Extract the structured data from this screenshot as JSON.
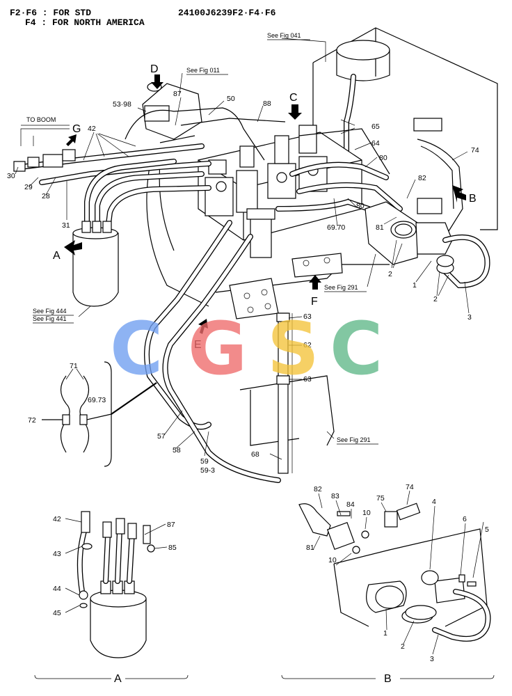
{
  "header": {
    "note_line1": "F2·F6 : FOR  STD",
    "note_line2": "F4 : FOR  NORTH  AMERICA",
    "drawing_number": "24100J6239F2·F4·F6"
  },
  "view_markers": {
    "A": "A",
    "B": "B",
    "C": "C",
    "D": "D",
    "E": "E",
    "F": "F",
    "G": "G"
  },
  "refs": {
    "fig041": "See Fig 041",
    "fig011": "See Fig 011",
    "fig444": "See Fig 444",
    "fig441": "See Fig 441",
    "fig291_a": "See Fig 291",
    "fig291_b": "See Fig 291"
  },
  "to_boom": "TO BOOM",
  "callouts": {
    "c53_98": "53·98",
    "c87": "87",
    "c50": "50",
    "c88": "88",
    "c42": "42",
    "c65": "65",
    "c64": "64",
    "c74": "74",
    "c80a": "80",
    "c80b": "80",
    "c82": "82",
    "c81": "81",
    "c69_70": "69.70",
    "c2a": "2",
    "c1": "1",
    "c2b": "2",
    "c3": "3",
    "c30": "30",
    "c29": "29",
    "c28": "28",
    "c31": "31",
    "c63a": "63",
    "c62": "62",
    "c63b": "63",
    "c71": "71",
    "c69_73": "69.73",
    "c72": "72",
    "c57": "57",
    "c58": "58",
    "c59": "59",
    "c59_3": "59-3",
    "c68": "68"
  },
  "detail_a": {
    "caption": "A",
    "callouts": {
      "c42": "42",
      "c87": "87",
      "c85": "85",
      "c43": "43",
      "c44": "44",
      "c45": "45"
    }
  },
  "detail_b": {
    "caption": "B",
    "callouts": {
      "c82": "82",
      "c83": "83",
      "c84": "84",
      "c75": "75",
      "c74": "74",
      "c10a": "10",
      "c10b": "10",
      "c81": "81",
      "c4": "4",
      "c6": "6",
      "c5": "5",
      "c1": "1",
      "c2": "2",
      "c3": "3"
    }
  },
  "watermark": {
    "letters": [
      "C",
      "G",
      "S",
      "C"
    ],
    "colors": [
      "#6f9ef0",
      "#ef6b6b",
      "#f4c43a",
      "#5fb889"
    ]
  }
}
